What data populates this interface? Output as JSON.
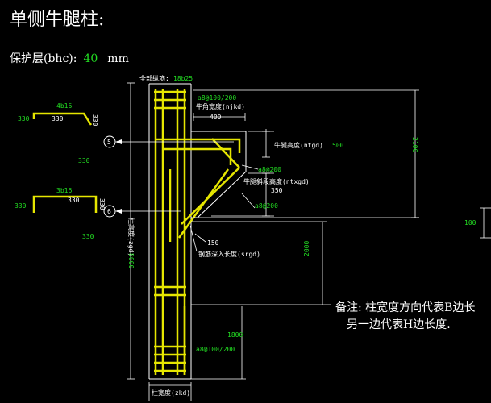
{
  "title": "单侧牛腿柱:",
  "cover": {
    "label": "保护层(bhc):",
    "value": "40",
    "unit": "mm"
  },
  "note": {
    "line1": "备注: 柱宽度方向代表B边长",
    "line2": "另一边代表H边长度."
  },
  "colors": {
    "background": "#000000",
    "rebar": "#e6e600",
    "dim": "#22dd22",
    "text": "#ffffff"
  },
  "labels": {
    "all_long_bar": "全部纵筋:",
    "all_long_bar_val": "18b25",
    "stirrup_top": "a8@100/200",
    "corbel_width": "牛角宽度(njkd)",
    "corbel_width_val": "400",
    "corbel_height": "牛腿高度(ntgd)",
    "corbel_height_val": "500",
    "slope_height": "牛腿斜段高度(ntxgd)",
    "slope_height_val": "350",
    "stirrup_a": "a8@200",
    "stirrup_b": "a8@200",
    "anchor_len": "钢筋深入长度(srgd)",
    "anchor_val": "150",
    "column_height": "柱高度(zgd)",
    "column_height_val": "8000",
    "stirrup_bottom": "a8@100/200",
    "column_width": "柱宽度(zkd)",
    "dim_2100": "2100",
    "dim_2000": "2000",
    "dim_1800": "1800",
    "dim_100": "100",
    "bar1_spec": "4b16",
    "bar1_left": "330",
    "bar1_mid": "330",
    "bar1_right": "330",
    "bar1_below": "330",
    "bar2_spec": "3b16",
    "bar2_left": "330",
    "bar2_mid": "330",
    "bar2_right": "330",
    "bar2_below": "330",
    "marker5": "5",
    "marker6": "6"
  }
}
